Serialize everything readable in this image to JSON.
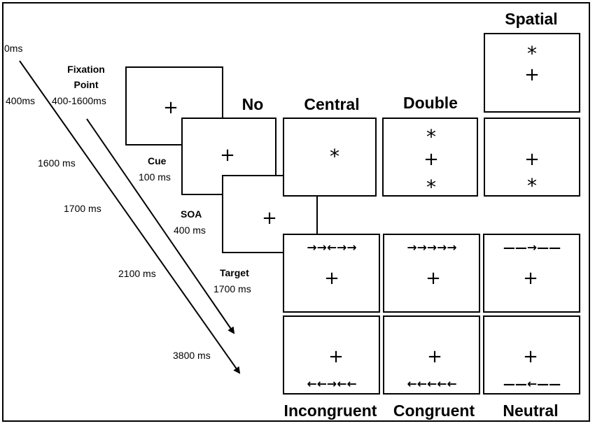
{
  "headers": {
    "spatial": "Spatial",
    "no": "No",
    "central": "Central",
    "double": "Double",
    "incongruent": "Incongruent",
    "congruent": "Congruent",
    "neutral": "Neutral"
  },
  "timeline": {
    "t0": "0ms",
    "t400": "400ms",
    "t1600": "1600 ms",
    "t1700": "1700 ms",
    "t2100": "2100 ms",
    "t3800": "3800 ms"
  },
  "phases": {
    "fixation_line1": "Fixation",
    "fixation_line2": "Point",
    "fixation_duration": "400-1600ms",
    "cue_name": "Cue",
    "cue_duration": "100 ms",
    "soa_name": "SOA",
    "soa_duration": "400 ms",
    "target_name": "Target",
    "target_duration": "1700 ms"
  },
  "symbols": {
    "fixation": "+",
    "cue": "*"
  },
  "flankers": {
    "top_incongruent": "→→←→→",
    "top_congruent": "→→→→→",
    "top_neutral": "——→——",
    "bottom_incongruent": "←←→←←",
    "bottom_congruent": "←←←←←",
    "bottom_neutral": "——←——"
  }
}
